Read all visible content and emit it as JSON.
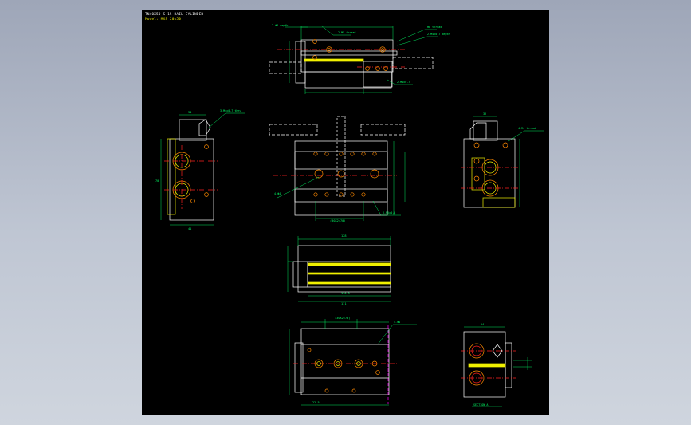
{
  "title_block": {
    "title": "TN40X50 S-15 RAIL CYLINDER",
    "model": "Model: MXS 20x50"
  },
  "colors": {
    "background": "#000000",
    "outline": "#ffffff",
    "dimension": "#00ff66",
    "highlight": "#f0f000",
    "hole": "#ff8a00",
    "centerline": "#ff2020",
    "phantom": "#ff00ff"
  },
  "annotations": {
    "top_port": "2-M5 thread",
    "top_slot": "2-Φ8 depth",
    "top_right_note": "Ф8 thread",
    "top_side_note": "2-M4x0.7 depth",
    "top_bottom_note": "2-M4x0.7",
    "left_view_note": "3-M4x0.7 thru",
    "left_dim_w": "34",
    "left_dim_h": "70",
    "left_dim_b": "41",
    "front_note_l": "4-Φ4",
    "front_note_b": "6-M5x0.8",
    "front_dim_b": "(30X2=70)",
    "right_note": "4-M4 thread",
    "right_dim_w": "32",
    "side_dim_w": "128",
    "side_dim_b1": "110.5",
    "side_dim_b2": "171",
    "bottom_dim_top": "(30X2=70)",
    "bottom_note_tr": "4-Φ4",
    "bottom_dim_b": "22.5",
    "small_view_dim": "54",
    "small_view_label": "SECTION A"
  }
}
